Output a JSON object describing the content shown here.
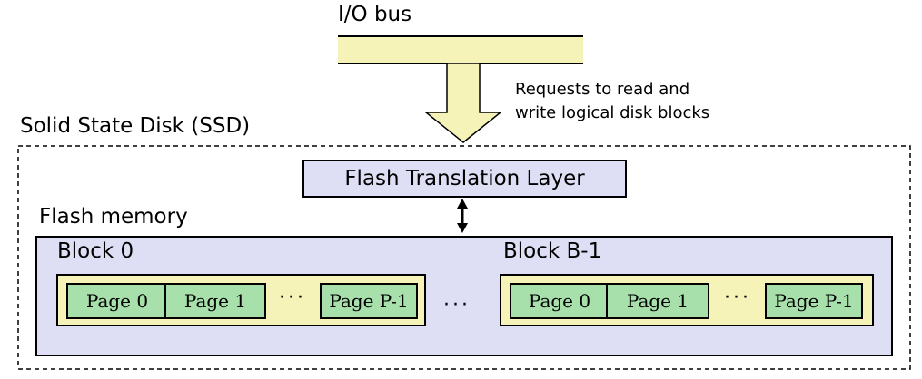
{
  "io_bus": {
    "label": "I/O bus",
    "arrow_note_line1": "Requests to read and",
    "arrow_note_line2": "write logical disk blocks"
  },
  "ssd": {
    "label": "Solid State Disk (SSD)",
    "ftl_label": "Flash Translation Layer",
    "flash_memory_label": "Flash memory",
    "between_blocks_ellipsis": "···",
    "blocks": [
      {
        "label": "Block 0",
        "pages": [
          "Page 0",
          "Page 1",
          "Page P-1"
        ],
        "ellipsis": "···"
      },
      {
        "label": "Block  B-1",
        "pages": [
          "Page 0",
          "Page 1",
          "Page P-1"
        ],
        "ellipsis": "···"
      }
    ]
  },
  "colors": {
    "bus": "#f5f3b8",
    "ftl": "#dedff5",
    "flash": "#dedff5",
    "block": "#f5f3b8",
    "page": "#a8e0ac"
  }
}
